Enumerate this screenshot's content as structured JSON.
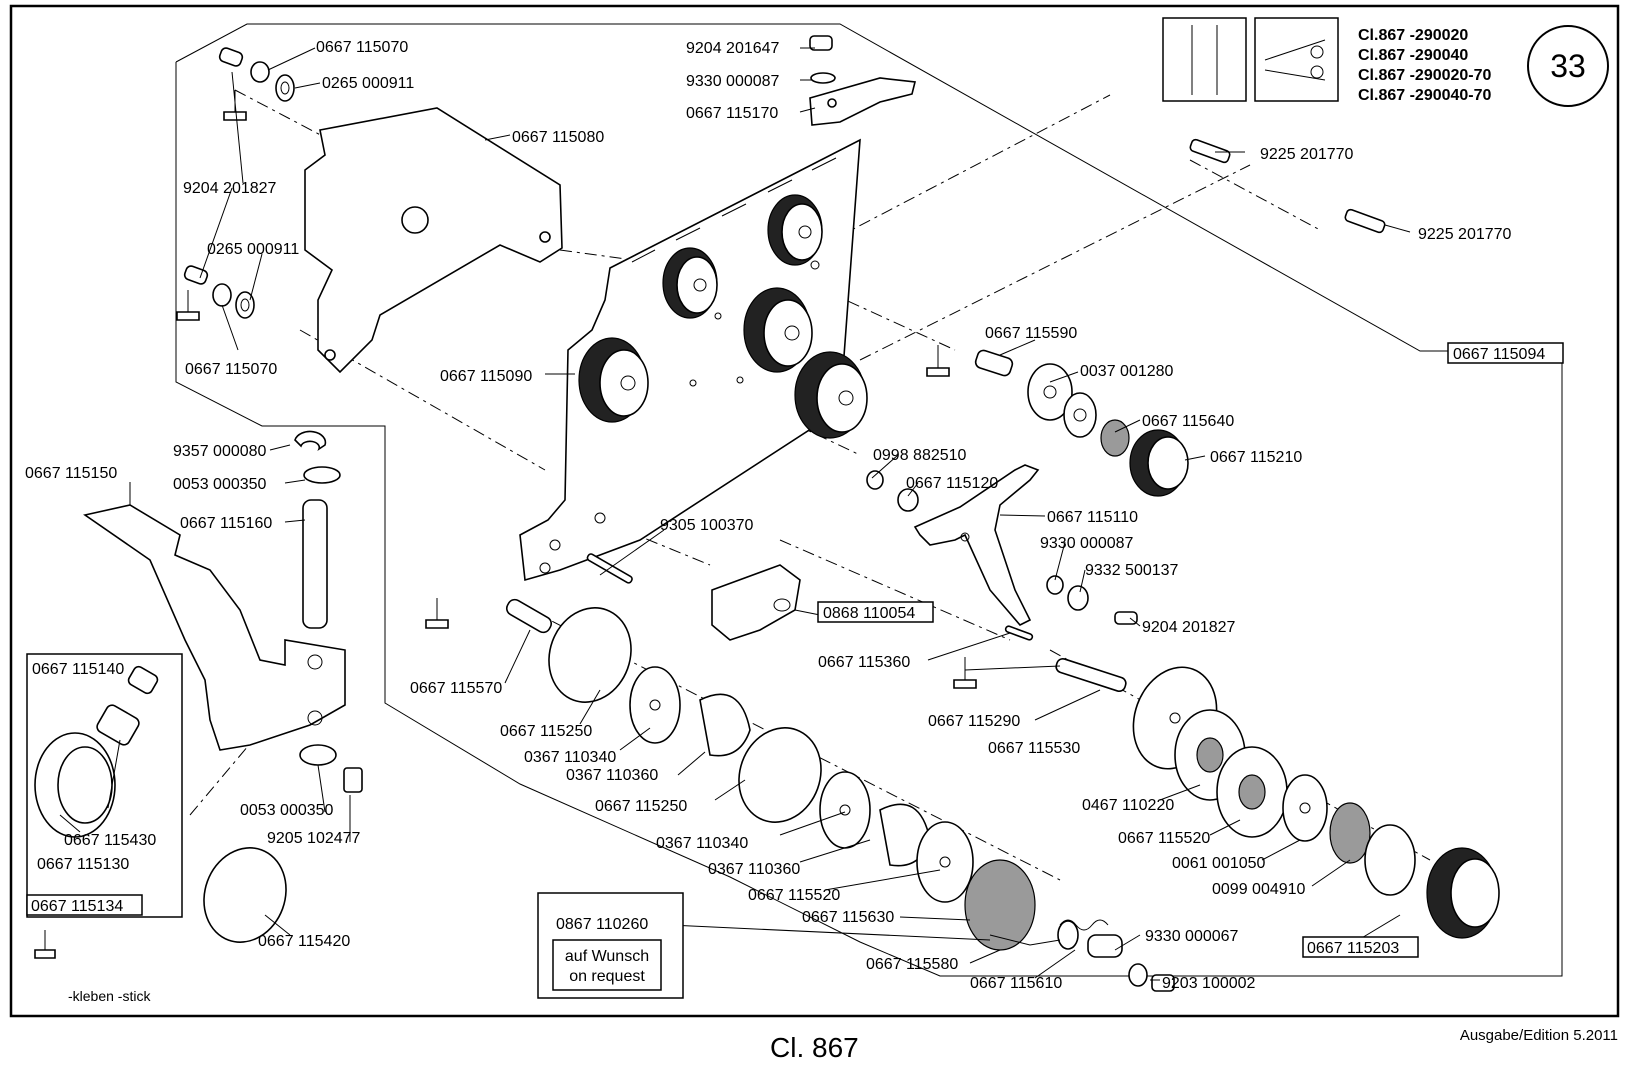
{
  "header": {
    "model_lines": [
      "Cl.867 -290020",
      "Cl.867 -290040",
      "Cl.867 -290020-70",
      "Cl.867 -290040-70"
    ],
    "page_number": "33"
  },
  "footer": {
    "title": "Cl. 867",
    "edition": "Ausgabe/Edition  5.2011"
  },
  "legend": {
    "glue_text": "-kleben -stick"
  },
  "note_box": {
    "line1": "auf Wunsch",
    "line2": "on request"
  },
  "labels": [
    "0667 115070",
    "0265 000911",
    "0667 115080",
    "9204 201827",
    "0265 000911",
    "0667 115070",
    "9204 201647",
    "9330 000087",
    "0667 115170",
    "9225 201770",
    "9225 201770",
    "0667 115094",
    "0667 115090",
    "0667 115590",
    "0037 001280",
    "0667 115640",
    "0667 115210",
    "9357 000080",
    "0667 115150",
    "0053 000350",
    "0667 115160",
    "0998 882510",
    "0667 115120",
    "0667 115110",
    "9305 100370",
    "9330 000087",
    "9332 500137",
    "9204 201827",
    "0868 110054",
    "0667 115360",
    "0667 115570",
    "0667 115290",
    "0667 115530",
    "0667 115140",
    "0667 115250",
    "0367 110340",
    "0367 110360",
    "0667 115250",
    "0467 110220",
    "0667 115430",
    "0053 000350",
    "0667 115520",
    "9205 102477",
    "0367 110340",
    "0061 001050",
    "0667 115130",
    "0367 110360",
    "0099 004910",
    "0667 115520",
    "0667 115134",
    "0667 115630",
    "0867 110260",
    "0667 115203",
    "9330 000067",
    "0667 115580",
    "0667 115420",
    "0667 115610",
    "9203 100002"
  ]
}
